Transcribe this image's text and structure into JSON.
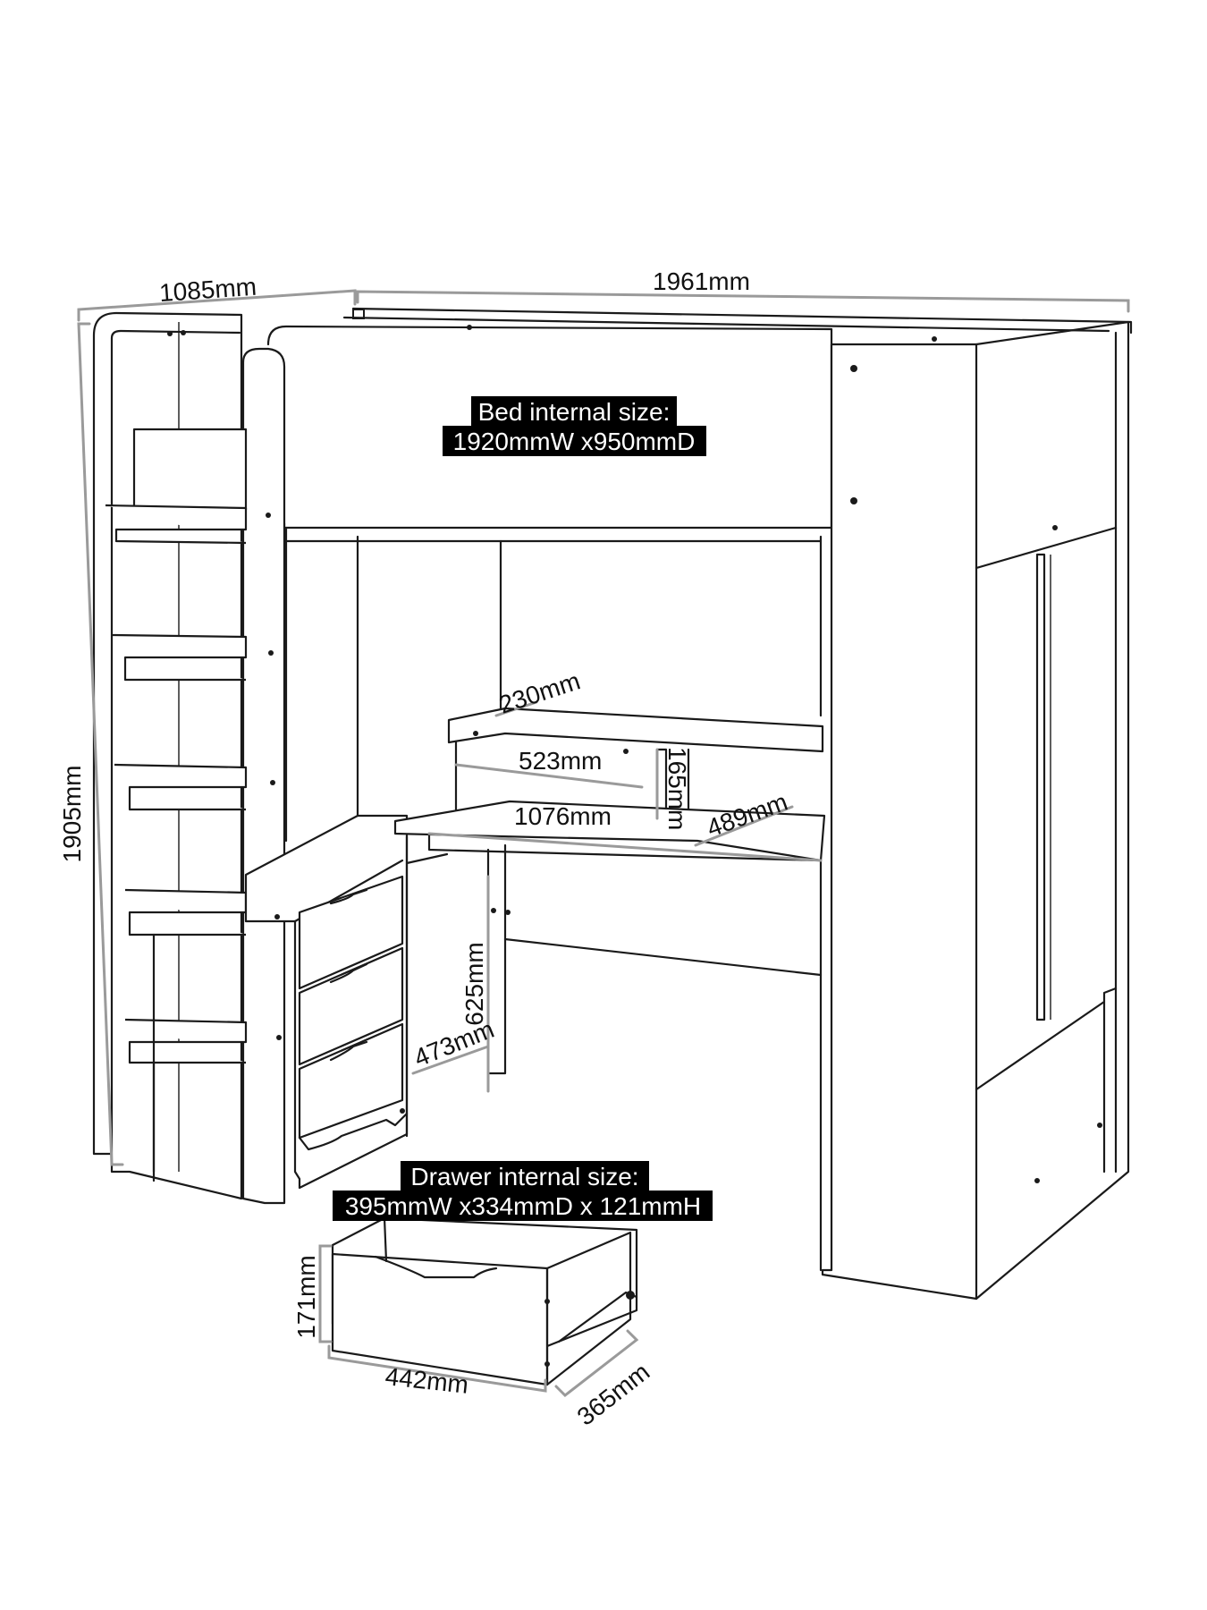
{
  "dimensions": {
    "depth": "1085mm",
    "width": "1961mm",
    "height": "1905mm",
    "shelf_depth": "230mm",
    "shelf_width": "523mm",
    "shelf_height": "165mm",
    "desk_width": "1076mm",
    "desk_depth": "489mm",
    "desk_height": "625mm",
    "desk_leg_depth": "473mm",
    "drawer_height": "171mm",
    "drawer_width": "442mm",
    "drawer_depth": "365mm"
  },
  "labels": {
    "bed_title": "Bed internal size:",
    "bed_size": "1920mmW x950mmD",
    "drawer_title": "Drawer internal size:",
    "drawer_size": "395mmW x334mmD x 121mmH"
  }
}
